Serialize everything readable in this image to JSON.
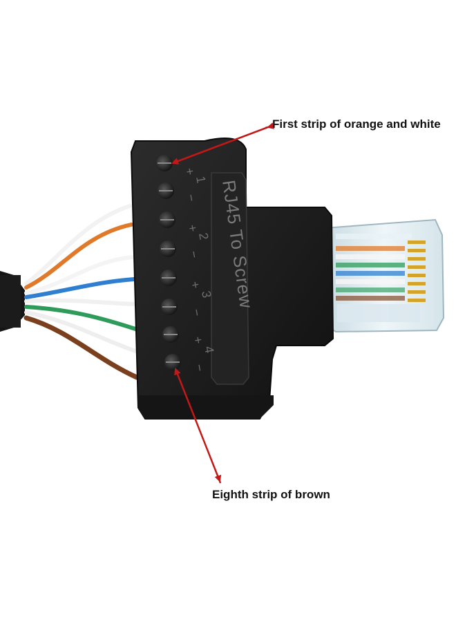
{
  "callouts": {
    "top": "First strip of orange and white",
    "bottom": "Eighth strip of brown"
  },
  "adapter": {
    "label": "RJ45 To Screw",
    "pair_numbers": [
      "1",
      "2",
      "3",
      "4"
    ],
    "polarity_marks": [
      "+",
      "−"
    ]
  },
  "colors": {
    "background": "#ffffff",
    "adapter_body": "#1f1f1f",
    "arrow": "#c41818",
    "wire_orange": "#e07a2a",
    "wire_blue": "#2f7fd0",
    "wire_green": "#2e9b5a",
    "wire_brown": "#7a3f1c",
    "wire_white": "#f2f2f2",
    "plug_clear": "#d8e8ee",
    "plug_gold": "#d4a42a"
  }
}
